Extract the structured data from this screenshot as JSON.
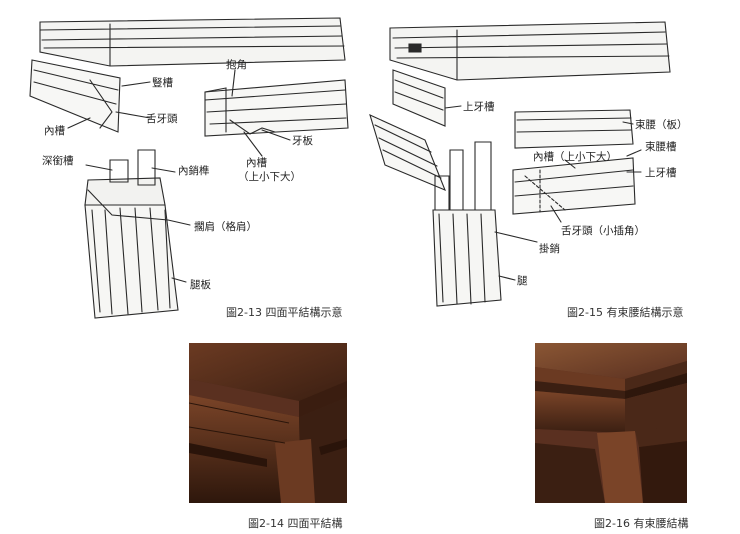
{
  "figures": {
    "fig_2_13": {
      "caption": "圖2-13 四面平結構示意",
      "labels": {
        "vertical_groove": "豎槽",
        "hold_corner": "抱角",
        "tongue_head": "舌牙頭",
        "inner_groove_left": "內槽",
        "inner_groove_right": "內槽",
        "size_note": "（上小下大）",
        "apron": "牙板",
        "deep_groove": "深銜槽",
        "inner_pin": "內銷榫",
        "shoulder": "擱肩（格肩）",
        "leg_board": "腿板"
      }
    },
    "fig_2_14": {
      "caption": "圖2-14 四面平結構"
    },
    "fig_2_15": {
      "caption": "圖2-15 有束腰結構示意",
      "labels": {
        "upper_apron_groove_left": "上牙槽",
        "waist_board": "束腰（板）",
        "waist_groove": "束腰槽",
        "inner_groove": "內槽（上小下大）",
        "upper_apron_groove_right": "上牙槽",
        "tongue_head": "舌牙頭（小插角）",
        "hang_pin": "掛銷",
        "leg": "腿"
      }
    },
    "fig_2_16": {
      "caption": "圖2-16 有束腰結構"
    }
  },
  "colors": {
    "ink": "#2a2a2a",
    "wood_dark": "#3b1f12",
    "wood_mid": "#6b3a22",
    "wood_light": "#8a5634"
  }
}
